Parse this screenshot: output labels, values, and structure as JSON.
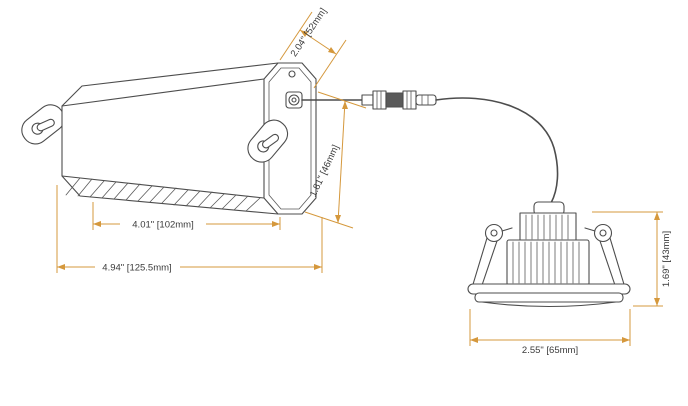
{
  "drawing": {
    "description": "Dimensioned technical line drawing of a recessed LED downlight connected by a quick-connect cable to its junction box driver",
    "colors": {
      "dimension_lines": "#d5983c",
      "dimension_text": "#3b3b3b",
      "drawing_lines": "#4d4d4d",
      "background": "#ffffff"
    },
    "dimensions": {
      "box_width": "2.04\" [52mm]",
      "box_height": "1.81\" [46mm]",
      "box_length": "4.01\" [102mm]",
      "box_overall_length": "4.94\" [125.5mm]",
      "light_height": "1.69\" [43mm]",
      "light_diameter": "2.55\" [65mm]"
    }
  }
}
